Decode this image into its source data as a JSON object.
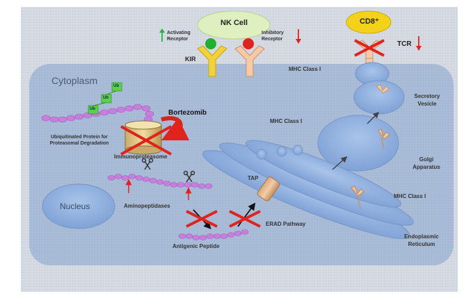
{
  "colors": {
    "outer_bg": "#d6dbe4",
    "cytoplasm": "#a9bdd8",
    "organelle": "#8fb0dd",
    "nk_cell": "#dff0c0",
    "cd8": "#f5d21a",
    "kir": "#f2d23c",
    "inhibitory_receptor": "#f7c9a5",
    "polypeptide": "#c77fdc",
    "ubiquitin": "#5ad14d",
    "cross": "#e0231c",
    "up_arrow_red": "#e0231c",
    "activating_arrow": "#21b24a"
  },
  "labels": {
    "nk_cell": "NK Cell",
    "cd8": "CD8⁺",
    "activating_receptor": "Activating\nReceptor",
    "inhibitory_receptor": "Inhibitory\nReceptor",
    "kir": "KIR",
    "tcr": "TCR",
    "mhc_class_i_top": "MHC Class I",
    "mhc_class_i_mid": "MHC Class I",
    "mhc_class_i_er": "MHC Class I",
    "cytoplasm": "Cytoplasm",
    "ub": "Ub",
    "ubiquitinated_protein": "Ubiquitinated Protein for\nProteasomal Degradation",
    "bortezomib": "Bortezomib",
    "immunoproteasome": "Immunoproteasome",
    "aminopeptidases": "Aminopeptidases",
    "nucleus": "Nucleus",
    "antigenic_peptide": "Antigenic Peptide",
    "erad_pathway": "ERAD Pathway",
    "tap": "TAP",
    "secretory_vesicle": "Secretory\nVesicle",
    "golgi_apparatus": "Golgi\nApparatus",
    "endoplasmic_reticulum": "Endoplasmic\nReticulum"
  },
  "icons": [
    "up-arrow-icon",
    "down-arrow-icon",
    "scissors-icon",
    "cross-icon",
    "curved-arrow-icon",
    "ubiquitin-tag-icon"
  ]
}
